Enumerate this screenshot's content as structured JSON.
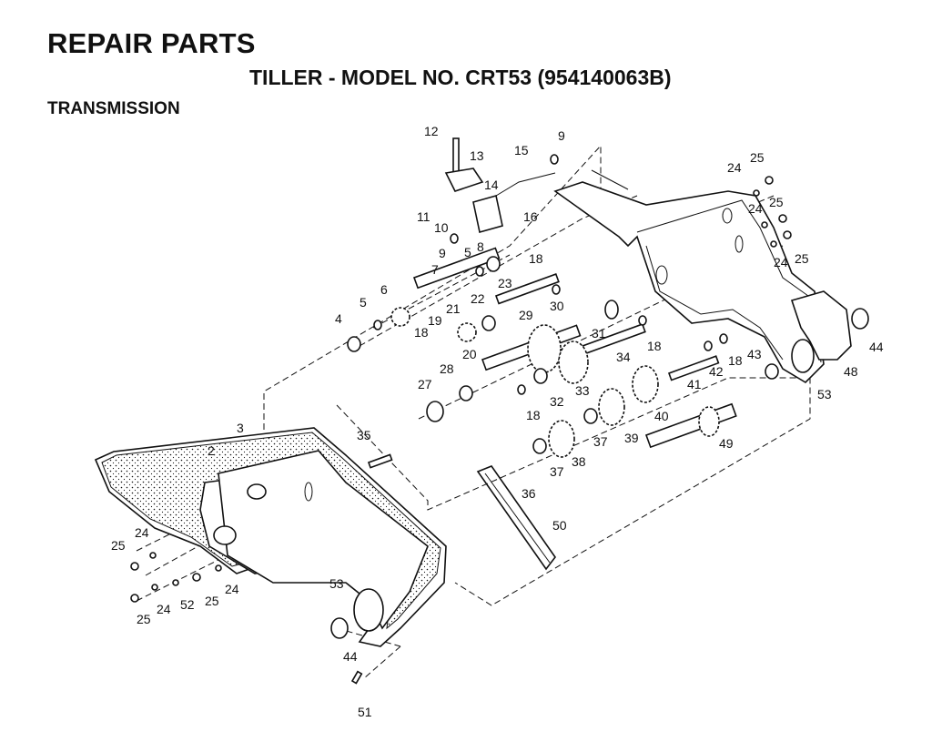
{
  "header": {
    "title": "REPAIR PARTS",
    "subtitle": "TILLER - MODEL NO. CRT53 (954140063B)",
    "section": "TRANSMISSION"
  },
  "callouts": {
    "c2": "2",
    "c3": "3",
    "c4": "4",
    "c5a": "5",
    "c5b": "5",
    "c6": "6",
    "c7": "7",
    "c8": "8",
    "c9a": "9",
    "c9b": "9",
    "c10": "10",
    "c11": "11",
    "c12": "12",
    "c13": "13",
    "c14": "14",
    "c15": "15",
    "c16": "16",
    "c18a": "18",
    "c18b": "18",
    "c18c": "18",
    "c18d": "18",
    "c18e": "18",
    "c19": "19",
    "c20": "20",
    "c21": "21",
    "c22": "22",
    "c23": "23",
    "c24a": "24",
    "c24b": "24",
    "c24c": "24",
    "c24d": "24",
    "c24e": "24",
    "c24f": "24",
    "c25a": "25",
    "c25b": "25",
    "c25c": "25",
    "c25d": "25",
    "c25e": "25",
    "c25f": "25",
    "c27": "27",
    "c28": "28",
    "c29": "29",
    "c30": "30",
    "c31": "31",
    "c32": "32",
    "c33": "33",
    "c34": "34",
    "c35": "35",
    "c36": "36",
    "c37a": "37",
    "c37b": "37",
    "c38": "38",
    "c39": "39",
    "c40": "40",
    "c41": "41",
    "c42": "42",
    "c43": "43",
    "c44a": "44",
    "c44b": "44",
    "c48": "48",
    "c49": "49",
    "c50": "50",
    "c51": "51",
    "c52": "52",
    "c53a": "53",
    "c53b": "53"
  }
}
